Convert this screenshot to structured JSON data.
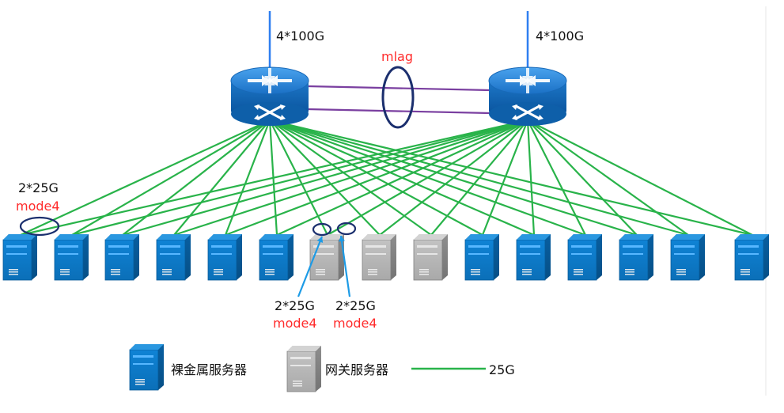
{
  "colors": {
    "blue_server": "#0b76c5",
    "blue_server_dark": "#075a98",
    "gray_server": "#b7b7b7",
    "gray_server_dark": "#7f7f7f",
    "router_blue": "#1c75c7",
    "router_blue_dark": "#0d5da8",
    "uplink": "#2f7ff0",
    "link_25g": "#29b34a",
    "mlag_link": "#7a3fa0",
    "mlag_ellipse": "#1b2f6e",
    "annotation_ellipse": "#1b2f6e",
    "annotation_arrow": "#1d9be6",
    "red_text": "#ff2b2b"
  },
  "topology": {
    "left_router_uplink": "4*100G",
    "right_router_uplink": "4*100G",
    "mlag_label": "mlag",
    "left_bond_speed": "2*25G",
    "left_bond_mode": "mode4",
    "gateway_bond_1_speed": "2*25G",
    "gateway_bond_1_mode": "mode4",
    "gateway_bond_2_speed": "2*25G",
    "gateway_bond_2_mode": "mode4"
  },
  "servers": [
    {
      "type": "bare-metal"
    },
    {
      "type": "bare-metal"
    },
    {
      "type": "bare-metal"
    },
    {
      "type": "bare-metal"
    },
    {
      "type": "bare-metal"
    },
    {
      "type": "bare-metal"
    },
    {
      "type": "gateway"
    },
    {
      "type": "gateway"
    },
    {
      "type": "gateway"
    },
    {
      "type": "bare-metal"
    },
    {
      "type": "bare-metal"
    },
    {
      "type": "bare-metal"
    },
    {
      "type": "bare-metal"
    },
    {
      "type": "bare-metal"
    },
    {
      "type": "bare-metal"
    }
  ],
  "legend": {
    "bare_metal_label": "裸金属服务器",
    "gateway_label": "网关服务器",
    "link_label": "25G"
  }
}
